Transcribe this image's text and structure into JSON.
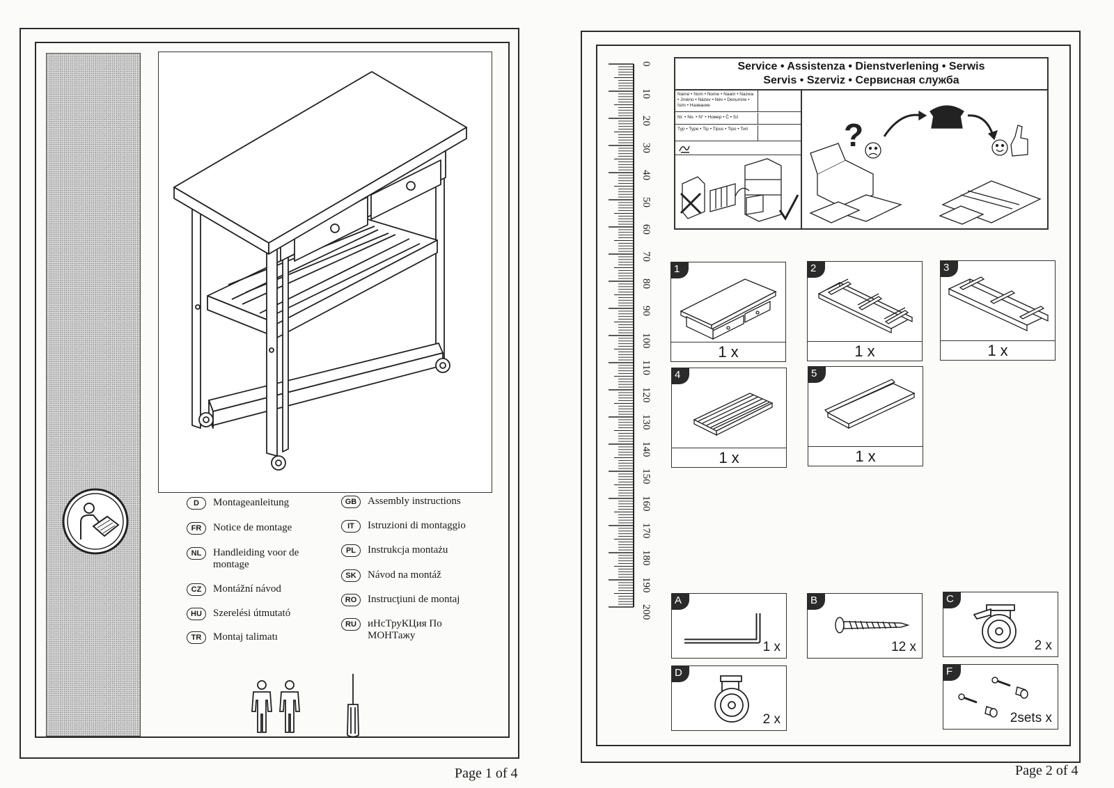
{
  "page1": {
    "languages_left": [
      {
        "code": "D",
        "label": "Montageanleitung"
      },
      {
        "code": "FR",
        "label": "Notice de montage"
      },
      {
        "code": "NL",
        "label": "Handleiding voor de montage"
      },
      {
        "code": "CZ",
        "label": "Montážní návod"
      },
      {
        "code": "HU",
        "label": "Szerelési útmutató"
      },
      {
        "code": "TR",
        "label": "Montaj talimatı"
      }
    ],
    "languages_right": [
      {
        "code": "GB",
        "label": "Assembly instructions"
      },
      {
        "code": "IT",
        "label": "Istruzioni di montaggio"
      },
      {
        "code": "PL",
        "label": "Instrukcja montażu"
      },
      {
        "code": "SK",
        "label": "Návod na montáž"
      },
      {
        "code": "RO",
        "label": "Instrucţiuni de montaj"
      },
      {
        "code": "RU",
        "label": "иНсТруКЦия По МОНТажу"
      }
    ],
    "footer": "Page 1 of 4"
  },
  "page2": {
    "service_title_line1": "Service • Assistenza • Dienstverlening • Serwis",
    "service_title_line2": "Servis • Szerviz • Сервисная служба",
    "form_rows": [
      "Name • Nom • Nome • Naam • Nazwa • Jméno • Název • Név • Denumire • İsim • Название",
      "Nr. • No. • N° • Номер • Č • Sz",
      "Typ • Type • Tip • Tipus • Tipo • Тип"
    ],
    "ruler_labels": [
      "0",
      "10",
      "20",
      "30",
      "40",
      "50",
      "60",
      "70",
      "80",
      "90",
      "100",
      "110",
      "120",
      "130",
      "140",
      "150",
      "160",
      "170",
      "180",
      "190",
      "200"
    ],
    "parts": [
      {
        "num": "1",
        "qty": "1 x"
      },
      {
        "num": "2",
        "qty": "1 x"
      },
      {
        "num": "3",
        "qty": "1 x"
      },
      {
        "num": "4",
        "qty": "1 x"
      },
      {
        "num": "5",
        "qty": "1 x"
      }
    ],
    "hardware": [
      {
        "letter": "A",
        "qty": "1 x",
        "icon": "allen-key-icon"
      },
      {
        "letter": "B",
        "qty": "12 x",
        "icon": "screw-icon"
      },
      {
        "letter": "C",
        "qty": "2 x",
        "icon": "braked-caster-icon"
      },
      {
        "letter": "D",
        "qty": "2 x",
        "icon": "caster-icon"
      },
      {
        "letter": "F",
        "qty": "2sets x",
        "icon": "knob-set-icon"
      }
    ],
    "footer": "Page 2 of 4"
  }
}
